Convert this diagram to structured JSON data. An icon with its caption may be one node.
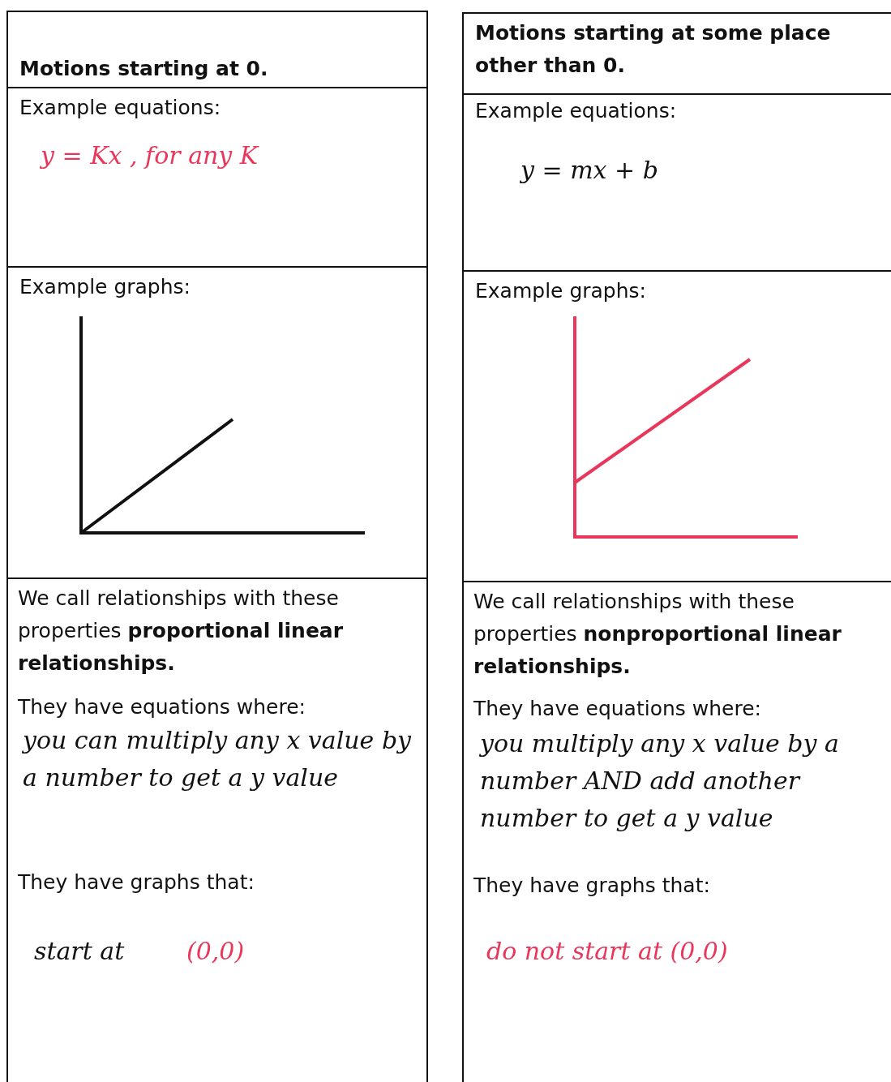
{
  "diagram": {
    "nodes": [
      {
        "text": [
          "Motions starting at 0."
        ]
      },
      {
        "text": [
          "Example equations:",
          "y = Kx , for any K"
        ]
      },
      {
        "text": [
          "Example graphs:"
        ]
      },
      {
        "text": [
          "We call relationships with these properties **proportional linear relationships.**",
          "They have equations where:",
          "you can multiply any x value by a number to get a y value",
          "They have graphs that:",
          "start at",
          "(0,0)"
        ]
      },
      {
        "text": [
          "Motions starting at some place other than 0."
        ]
      },
      {
        "text": [
          "Example equations:",
          "y = mx + b"
        ]
      },
      {
        "text": [
          "Example graphs:"
        ]
      },
      {
        "text": [
          "We call relationships with these properties **nonproportional linear relationships.**",
          "They have equations where:",
          "you multiply any x value by a number AND add another number to get a y value",
          "They have graphs that:",
          "do not start at (0,0)"
        ]
      }
    ]
  }
}
